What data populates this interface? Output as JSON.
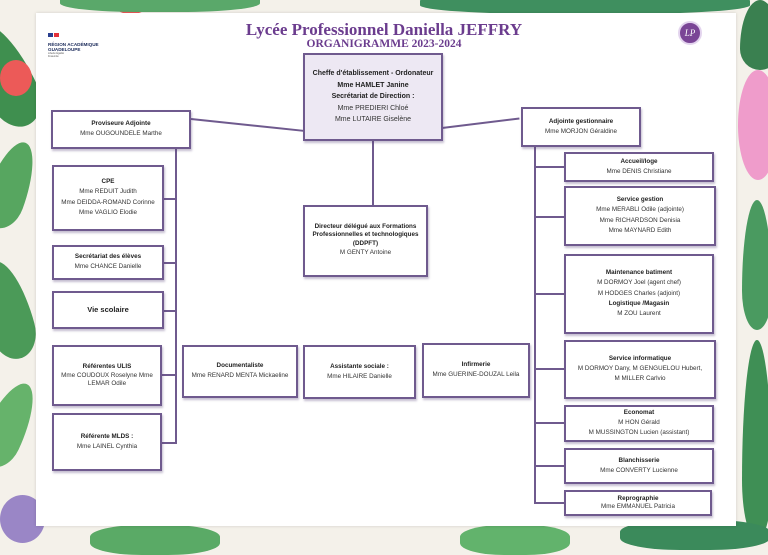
{
  "header": {
    "region_logo": {
      "line1": "RÉGION ACADÉMIQUE",
      "line2": "GUADELOUPE",
      "sub": "Liberté Égalité Fraternité"
    },
    "school_logo_text": "LP",
    "title": "Lycée Professionnel Daniella JEFFRY",
    "subtitle": "ORGANIGRAMME 2023-2024"
  },
  "colors": {
    "accent": "#6b3c8e",
    "border": "#6f5a8e",
    "top_box_bg": "#ede8f3"
  },
  "top": {
    "title": "Cheffe d'établissement - Ordonateur",
    "name": "Mme HAMLET Janine",
    "subtitle": "Secrétariat de  Direction  :",
    "members": [
      "Mme PREDIERI Chloé",
      "Mme LUTAIRE Giselène"
    ]
  },
  "left": {
    "head": {
      "title": "Proviseure Adjointe",
      "name": "Mme OUGOUNDELE Marthe"
    },
    "children": [
      {
        "title": "CPE",
        "names": [
          "Mme REDUIT Judith",
          "Mme DEIDDA-ROMAND Corinne",
          "Mme VAGLIO Elodie"
        ]
      },
      {
        "title": "Secrétariat des élèves",
        "names": [
          "Mme CHANCE Danielle"
        ]
      },
      {
        "title": "Vie scolaire",
        "names": []
      },
      {
        "title": "Référentes ULIS",
        "names": [
          "Mme COUDOUX Roselyne Mme LEMAR Odile"
        ]
      },
      {
        "title": "Référente MLDS :",
        "names": [
          "Mme LAINEL Cynthia"
        ]
      }
    ]
  },
  "center": {
    "ddfpt": {
      "title": "Directeur délégué aux Formations Professionnelles et technologiques (DDPFT)",
      "name": "M GENTY Antoine"
    },
    "documentaliste": {
      "title": "Documentaliste",
      "name": "Mme RENARD MENTA Mickaeline"
    },
    "assistante": {
      "title": "Assistante sociale  :",
      "name": "Mme  HILAIRE Danielle"
    },
    "infirmerie": {
      "title": "Infirmerie",
      "name": "Mme GUERINE-DOUZAL Leila"
    }
  },
  "right": {
    "head": {
      "title": "Adjointe gestionnaire",
      "name": "Mme MORJON Géraldine"
    },
    "children": [
      {
        "title": "Accueil/loge",
        "lines": [
          {
            "t": "Mme DENIS Christiane",
            "b": false
          }
        ]
      },
      {
        "title": "Service gestion",
        "lines": [
          {
            "t": "Mme MERABLI Odile (adjointe)",
            "b": false
          },
          {
            "t": "Mme RICHARDSON Denisia",
            "b": false
          },
          {
            "t": "Mme MAYNARD Edith",
            "b": false
          }
        ]
      },
      {
        "title": "Maintenance batiment",
        "lines": [
          {
            "t": "M DORMOY Joel (agent chef)",
            "b": false
          },
          {
            "t": "M HODGES Charles (adjoint)",
            "b": false
          },
          {
            "t": "Logistique /Magasin",
            "b": true
          },
          {
            "t": "M  ZOU Laurent",
            "b": false
          }
        ]
      },
      {
        "title": "Service informatique",
        "lines": [
          {
            "t": "M DORMOY Dany, M GENGUELOU Hubert,",
            "b": false
          },
          {
            "t": "M MILLER Carlvio",
            "b": false
          }
        ]
      },
      {
        "title": "Economat",
        "lines": [
          {
            "t": "M HON Gérald",
            "b": false
          },
          {
            "t": "M MUSSINGTON Lucien (assistant)",
            "b": false
          }
        ]
      },
      {
        "title": "Blanchisserie",
        "lines": [
          {
            "t": "Mme CONVERTY Lucienne",
            "b": false
          }
        ]
      },
      {
        "title": "Reprographie",
        "lines": [
          {
            "t": "Mme EMMANUEL Patricia",
            "b": false
          }
        ]
      }
    ]
  }
}
